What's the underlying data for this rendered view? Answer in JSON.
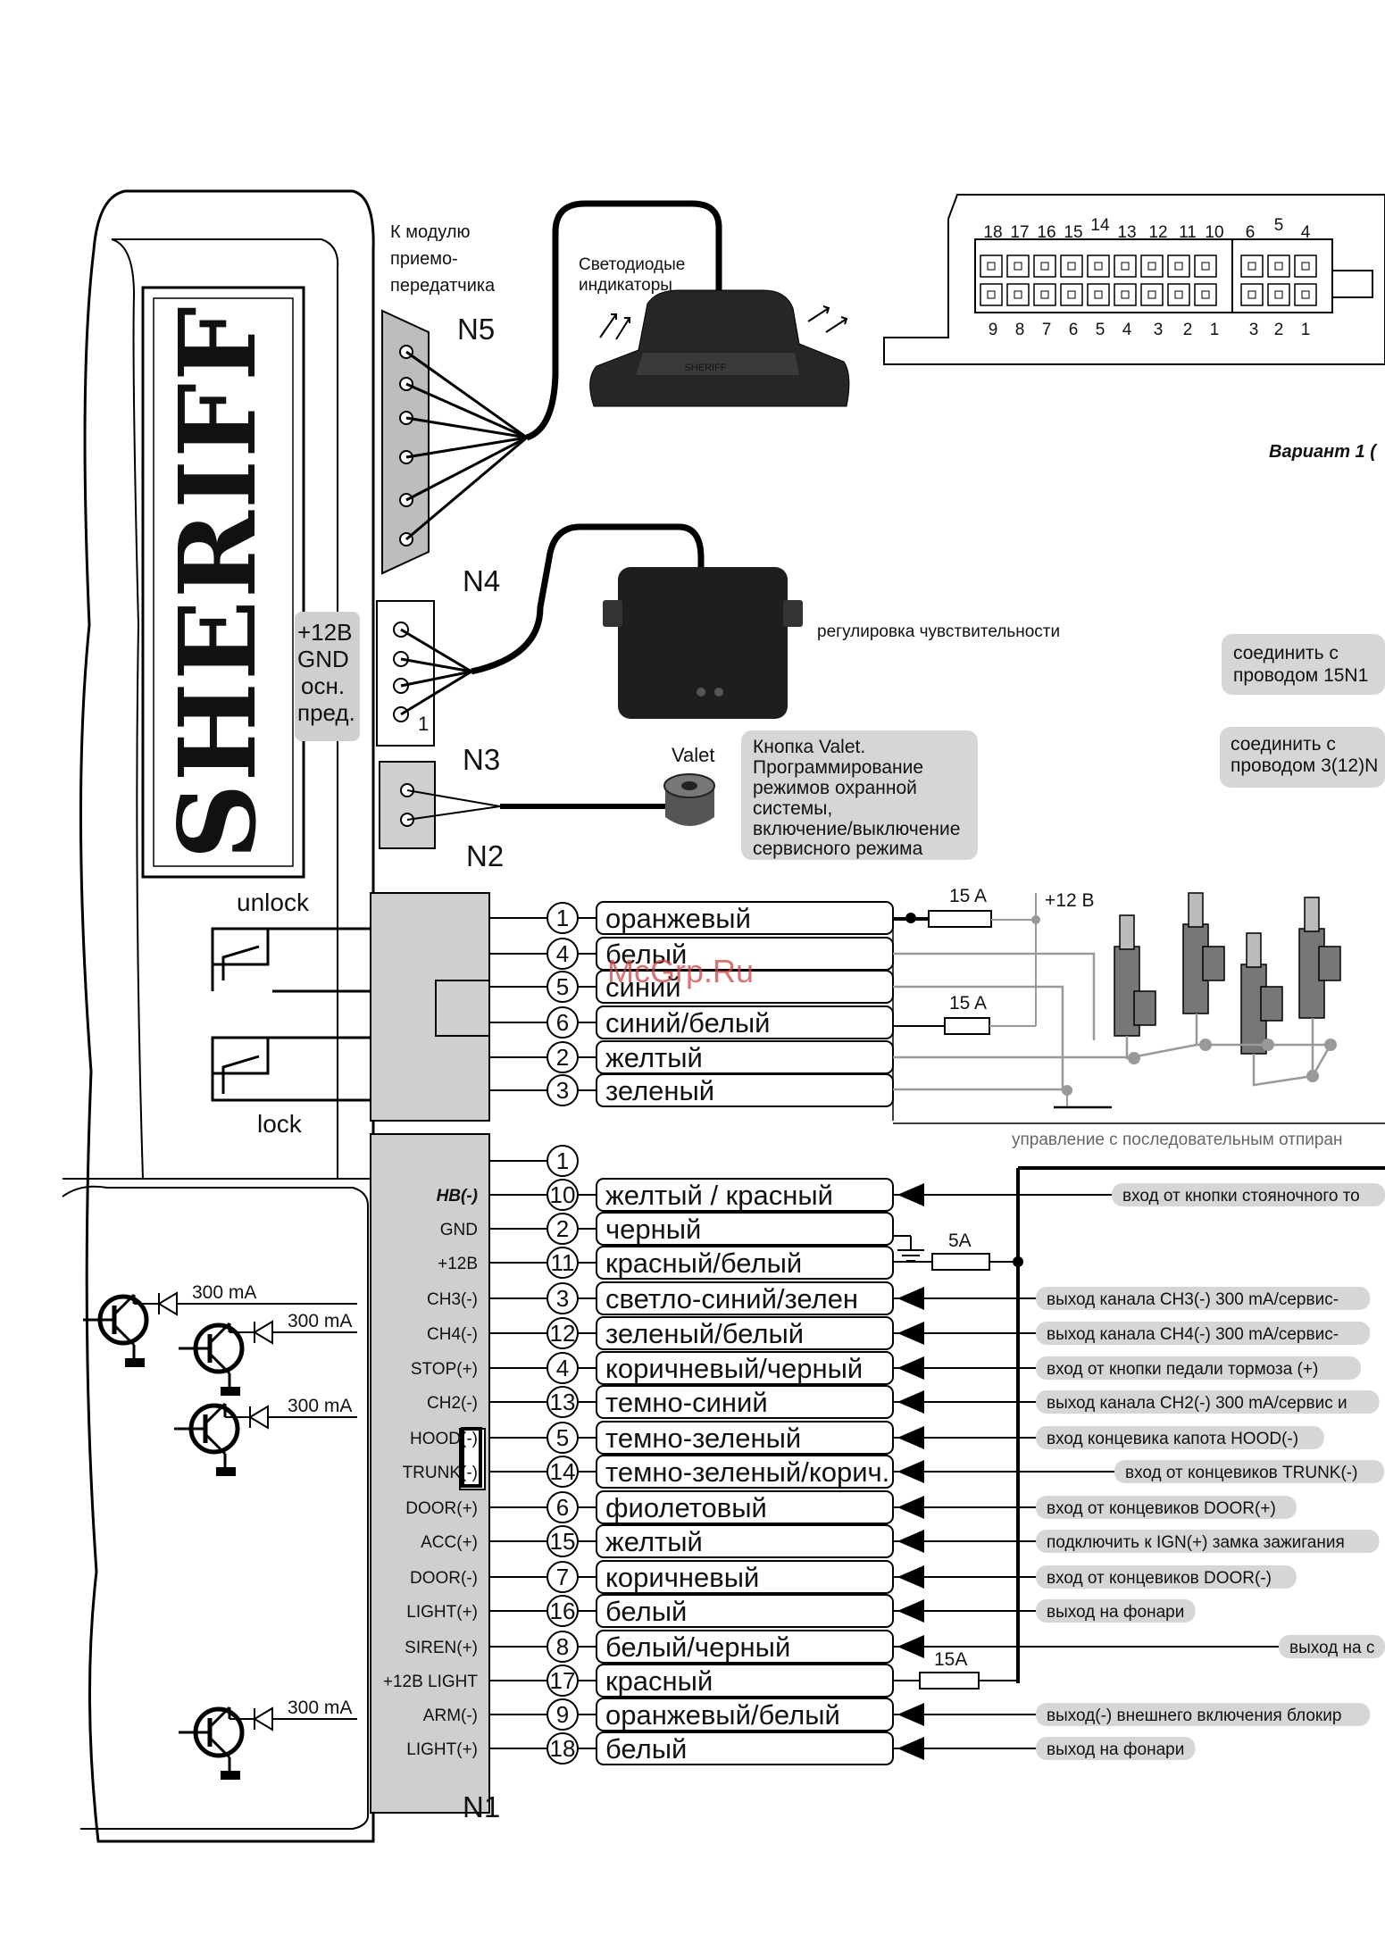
{
  "brand_logo": "SHERIFF",
  "watermark": "McGrp.Ru",
  "variant": "Вариант 1 (",
  "top": {
    "module_note": [
      "К модулю",
      "приемо-",
      "передатчика"
    ],
    "led_label": [
      "Светодиодые",
      "индикаторы"
    ],
    "sensitivity": "регулировка чувствительности",
    "connectors": {
      "n1": "N1",
      "n2": "N2",
      "n3": "N3",
      "n4": "N4",
      "n5": "N5"
    },
    "n4_pins": [
      "+12B",
      "GND",
      "осн.",
      "пред."
    ],
    "n4_pin1": "1",
    "valet_label": "Valet",
    "valet_note": [
      "Кнопка Valet.",
      "Программирование",
      "режимов охранной",
      "системы,",
      "включение/выключение",
      "сервисного режима"
    ],
    "connect_15": [
      "соединить с",
      "проводом 15N1"
    ],
    "connect_3": [
      "соединить с",
      "проводом 3(12)N"
    ]
  },
  "plug": {
    "top_numbers": [
      "18",
      "17",
      "16",
      "15",
      "14",
      "13",
      "12",
      "11",
      "10",
      "6",
      "5",
      "4"
    ],
    "bottom_numbers": [
      "9",
      "8",
      "7",
      "6",
      "5",
      "4",
      "3",
      "2",
      "1",
      "3",
      "2",
      "1"
    ]
  },
  "lock_block": {
    "unlock": "unlock",
    "lock": "lock",
    "plus12": "+12 B",
    "fuse1": "15 A",
    "fuse2": "15 A",
    "rows": [
      {
        "num": "1",
        "wire": "оранжевый"
      },
      {
        "num": "4",
        "wire": "белый"
      },
      {
        "num": "5",
        "wire": "синий"
      },
      {
        "num": "6",
        "wire": "синий/белый"
      },
      {
        "num": "2",
        "wire": "желтый"
      },
      {
        "num": "3",
        "wire": "зеленый"
      }
    ],
    "sequential_note": "управление с последовательным отпиран"
  },
  "main": {
    "current_labels": [
      "300 mA",
      "300 mA",
      "300 mA",
      "300 mA"
    ],
    "fuse_5a": "5A",
    "fuse_15a": "15A",
    "first_num": "1",
    "rows": [
      {
        "pin": "HB(-)",
        "num": "10",
        "wire": "желтый / красный",
        "signal": "вход от кнопки стояночного то"
      },
      {
        "pin": "GND",
        "num": "2",
        "wire": "черный",
        "signal": ""
      },
      {
        "pin": "+12B",
        "num": "11",
        "wire": "красный/белый",
        "signal": ""
      },
      {
        "pin": "CH3(-)",
        "num": "3",
        "wire": "светло-синий/зелен",
        "signal": "выход канала CH3(-) 300 mA/сервис-"
      },
      {
        "pin": "CH4(-)",
        "num": "12",
        "wire": "зеленый/белый",
        "signal": "выход канала CH4(-) 300 mA/сервис-"
      },
      {
        "pin": "STOP(+)",
        "num": "4",
        "wire": "коричневый/черный",
        "signal": "вход от кнопки педали тормоза (+)"
      },
      {
        "pin": "CH2(-)",
        "num": "13",
        "wire": "темно-синий",
        "signal": "выход канала CH2(-) 300 mA/сервис и"
      },
      {
        "pin": "HOOD(-)",
        "num": "5",
        "wire": "темно-зеленый",
        "signal": "вход концевика капота HOOD(-)"
      },
      {
        "pin": "TRUNK(-)",
        "num": "14",
        "wire": "темно-зеленый/корич.",
        "signal": "вход от концевиков TRUNK(-)"
      },
      {
        "pin": "DOOR(+)",
        "num": "6",
        "wire": "фиолетовый",
        "signal": "вход от концевиков DOOR(+)"
      },
      {
        "pin": "ACC(+)",
        "num": "15",
        "wire": "желтый",
        "signal": "подключить к IGN(+) замка зажигания"
      },
      {
        "pin": "DOOR(-)",
        "num": "7",
        "wire": "коричневый",
        "signal": "вход от концевиков DOOR(-)"
      },
      {
        "pin": "LIGHT(+)",
        "num": "16",
        "wire": "белый",
        "signal": "выход на фонари"
      },
      {
        "pin": "SIREN(+)",
        "num": "8",
        "wire": "белый/черный",
        "signal": "выход на с"
      },
      {
        "pin": "+12B LIGHT",
        "num": "17",
        "wire": "красный",
        "signal": ""
      },
      {
        "pin": "ARM(-)",
        "num": "9",
        "wire": "оранжевый/белый",
        "signal": "выход(-) внешнего включения блокир"
      },
      {
        "pin": "LIGHT(+)",
        "num": "18",
        "wire": "белый",
        "signal": "выход на фонари"
      }
    ]
  }
}
